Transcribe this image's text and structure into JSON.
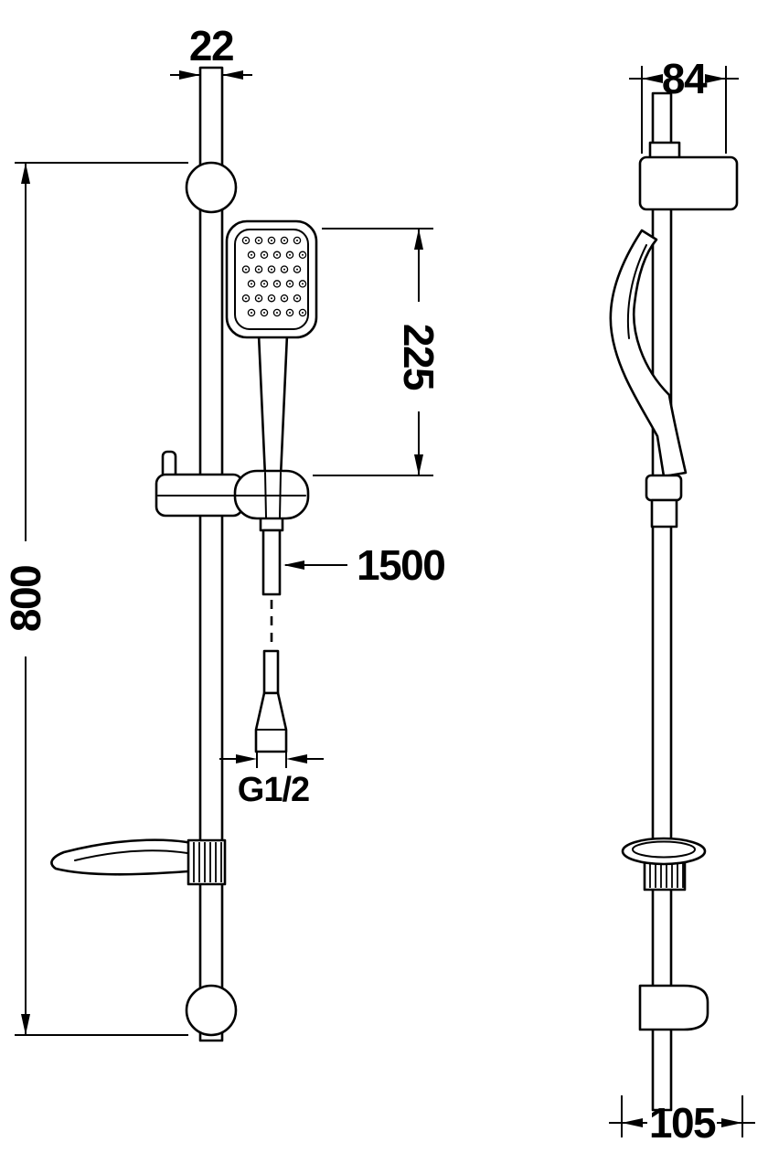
{
  "page": {
    "background_color": "#ffffff",
    "line_color": "#000000"
  },
  "drawing": {
    "labels": {
      "rail_diameter": "22",
      "total_height": "800",
      "hand_shower_length": "225",
      "hose_length": "1500",
      "thread_size": "G1/2",
      "top_bracket_width": "84",
      "bottom_bracket_depth": "105"
    }
  }
}
